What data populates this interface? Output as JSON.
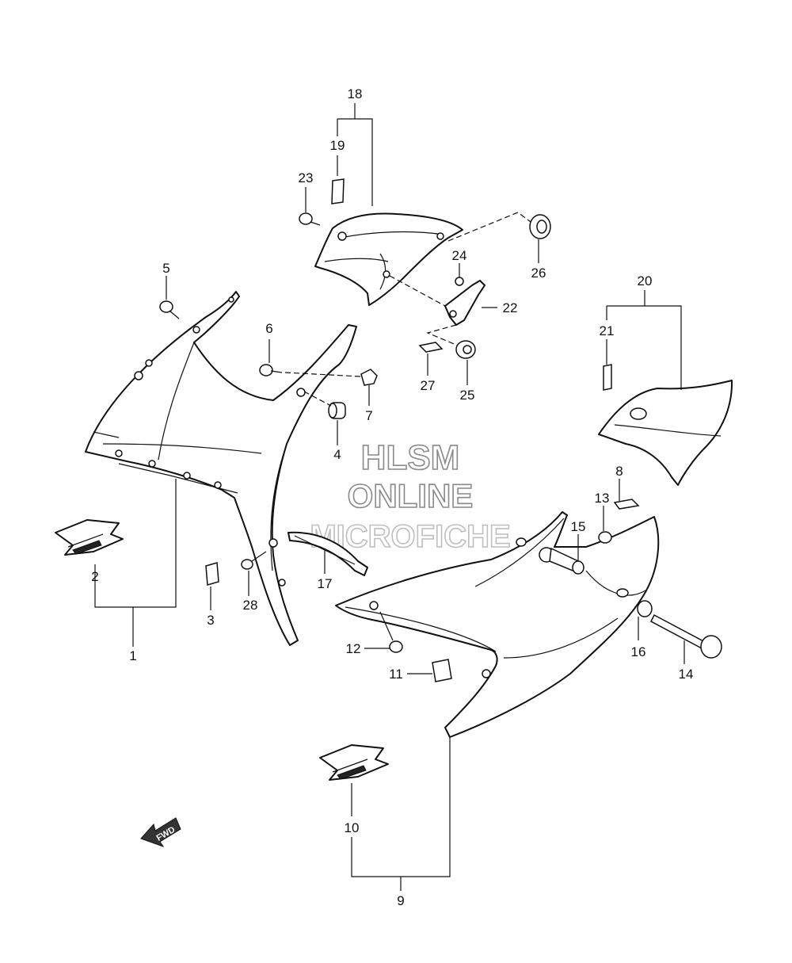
{
  "callouts": {
    "n1": "1",
    "n2": "2",
    "n3": "3",
    "n4": "4",
    "n5": "5",
    "n6": "6",
    "n7": "7",
    "n8": "8",
    "n9": "9",
    "n10": "10",
    "n11": "11",
    "n12": "12",
    "n13": "13",
    "n14": "14",
    "n15": "15",
    "n16": "16",
    "n17": "17",
    "n18": "18",
    "n19": "19",
    "n20": "20",
    "n21": "21",
    "n22": "22",
    "n23": "23",
    "n24": "24",
    "n25": "25",
    "n26": "26",
    "n27": "27",
    "n28": "28"
  },
  "watermark": {
    "line1": "HLSM",
    "line2": "ONLINE",
    "line3": "MICROFICHE"
  },
  "fwd_arrow": {
    "label": "FWD"
  },
  "colors": {
    "line": "#111111",
    "watermark_stroke": "#8a8a8a",
    "background": "#ffffff"
  }
}
